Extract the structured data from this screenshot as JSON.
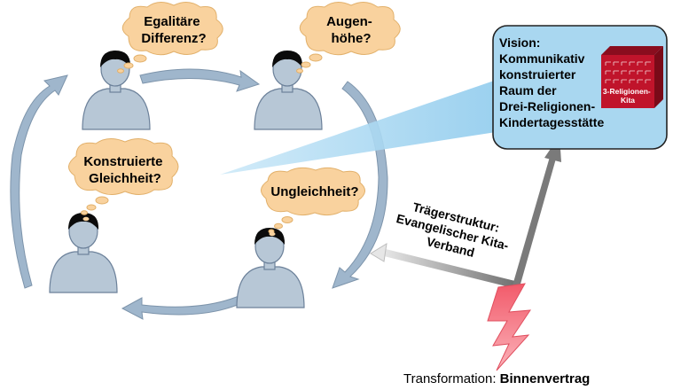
{
  "colors": {
    "cloud": "#f9d29e",
    "person": "#b7c7d6",
    "vision_box": "#a9d7f0",
    "cycle_arrow": "#9fb6cc",
    "cube": "#c0142b"
  },
  "thoughts": {
    "top_left": [
      "Egalitäre",
      "Differenz?"
    ],
    "top_right": [
      "Augen-",
      "höhe?"
    ],
    "mid_left": [
      "Konstruierte",
      "Gleichheit?"
    ],
    "mid_right": [
      "Ungleichheit?"
    ]
  },
  "vision": {
    "lines": [
      "Vision:",
      "Kommunikativ",
      "konstruierter",
      "Raum der",
      "Drei-Religionen-",
      "Kindertagesstätte"
    ],
    "cube_label": [
      "3-Religionen-",
      "Kita"
    ]
  },
  "structure": {
    "lines": [
      "Trägerstruktur:",
      "Evangelischer Kita-",
      "Verband"
    ]
  },
  "transformation": {
    "prefix": "Transformation: ",
    "bold": "Binnenvertrag"
  }
}
